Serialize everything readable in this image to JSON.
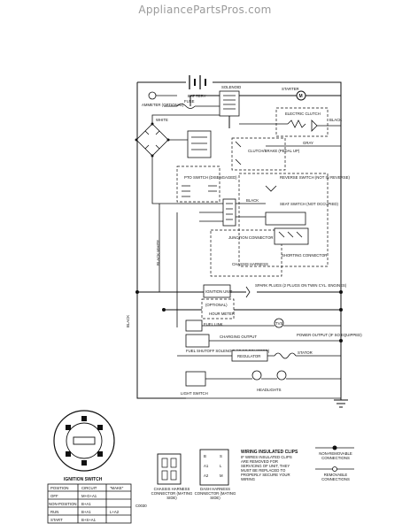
{
  "watermark": "AppliancePartsPros.com",
  "labels": {
    "battery": "BAT TERY",
    "solenoid": "SOLENOID",
    "starter": "STARTER",
    "ammeter": "AMMETER (OPTIONAL)",
    "fuse": "FUSE",
    "white1": "WHITE",
    "electric_clutch": "ELECTRIC CLUTCH",
    "black": "BLACK",
    "gray": "GRAY",
    "clutch_brake": "CLUTCH/BRAKE (PEDAL UP)",
    "pto_switch": "PTO SWITCH (DISENGAGED)",
    "reverse_switch": "REVERSE SWITCH (NOT IN REVERSE)",
    "seat_switch": "SEAT SWITCH (NOT OCCUPIED)",
    "junction_connector": "JUNCTION CONNECTOR",
    "chassis_harness": "CHASSIS HARNESS",
    "shorting_connector": "SHORTING CONNECTOR",
    "ignition_unit": "IGNITION UNIT",
    "spark_plugs": "SPARK PLUGS (2 PLUGS ON TWIN CYL. ENGINES)",
    "optional": "(OPTIONAL)",
    "hour_meter": "HOUR METER",
    "fuel_link": "FUEL LINK",
    "tvs": "TVS",
    "fuel_shutoff": "FUEL SHUTOFF SOLENOID (IF SO EQUIPPED)",
    "charging_output": "CHARGING OUTPUT",
    "power_output": "POWER OUTPUT (IF SO EQUIPPED)",
    "regulator": "REGULATOR",
    "stator": "STATOR",
    "light_switch": "LIGHT SWITCH",
    "headlights": "HEADLIGHTS",
    "ignition_switch": "IGNITION SWITCH",
    "chassis_connector": "CHASSIS HARNESS CONNECTOR (MATING SIDE)",
    "dash_connector": "DASH HARNESS CONNECTOR (MATING SIDE)",
    "clips_title": "WIRING INSULATED CLIPS",
    "clips_note": "IF WIRES INSULATED CLIPS ARE REMOVED FOR SERVICING OF UNIT, THEY MUST BE REPLACED TO PROPERLY SECURE YOUR WIRING",
    "non_removable": "NON-REMOVABLE CONNECTIONS",
    "removable": "REMOVABLE CONNECTIONS",
    "part_code": "C0030",
    "black_vert": "BLACK"
  },
  "ignition_table": {
    "headers": [
      "POSITION",
      "CIRCUIT",
      "\"MAKE\""
    ],
    "rows": [
      [
        "OFF",
        "M+G+A1",
        ""
      ],
      [
        "NON-POSITION",
        "B+A1",
        ""
      ],
      [
        "RUN",
        "B+A1",
        "L+A2"
      ],
      [
        "START",
        "B+S+A1",
        ""
      ]
    ]
  }
}
